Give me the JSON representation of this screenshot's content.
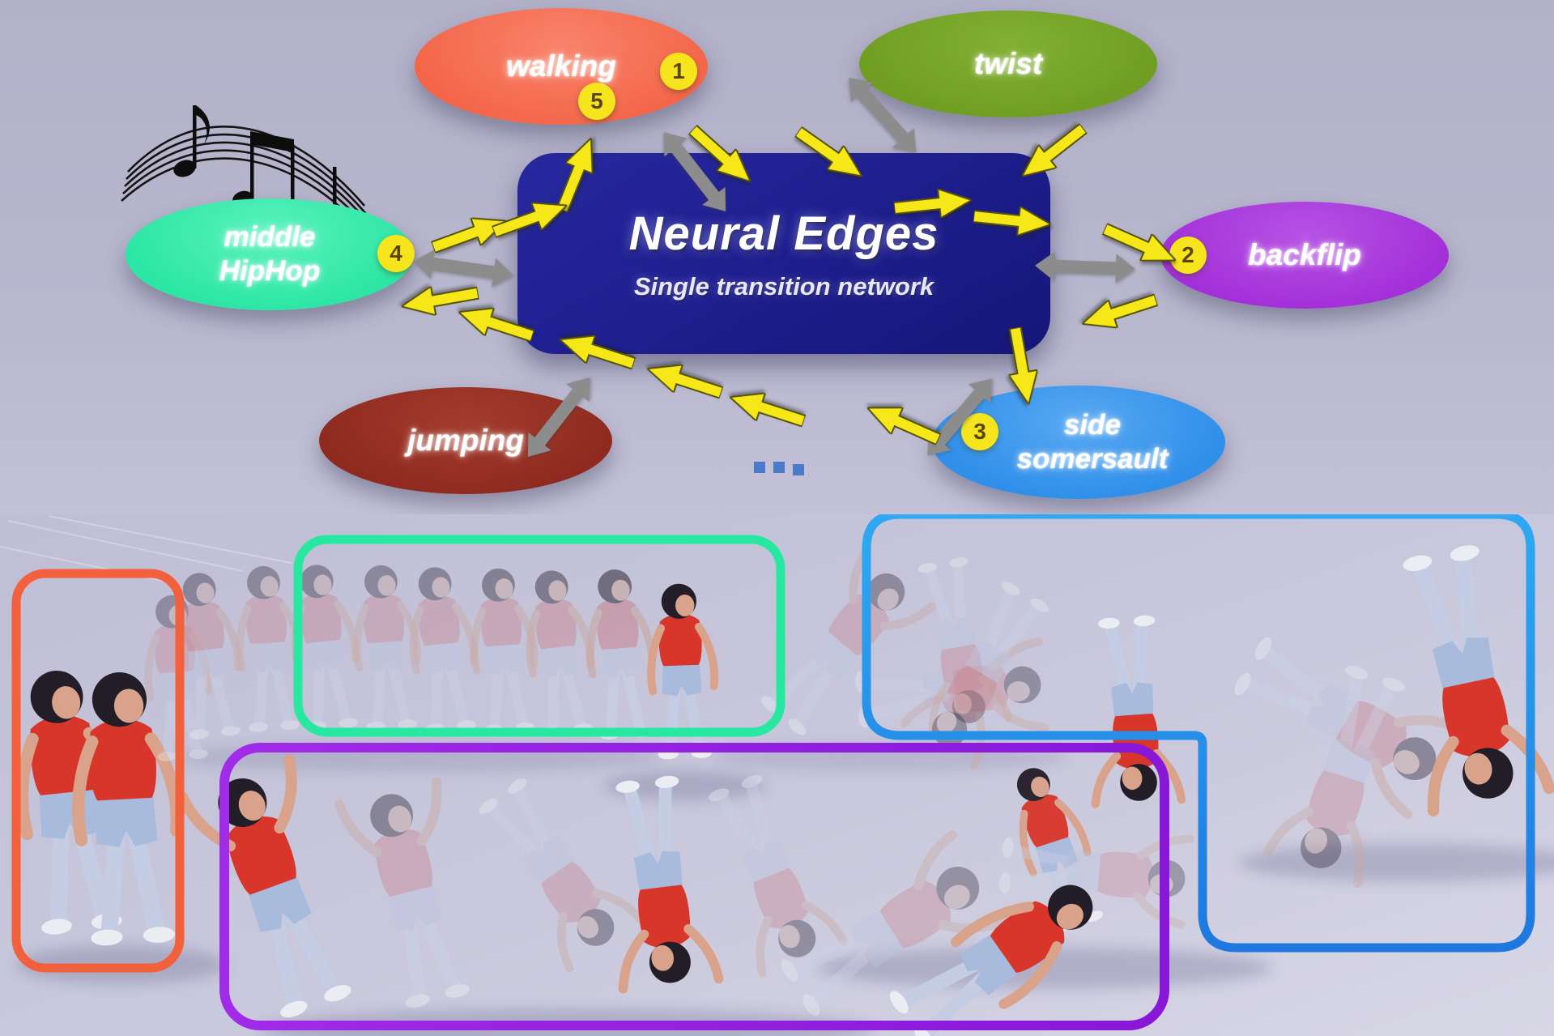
{
  "center": {
    "title": "Neural Edges",
    "subtitle": "Single transition network"
  },
  "nodes": {
    "walking": {
      "label": "walking",
      "color": "#F4664A"
    },
    "twist": {
      "label": "twist",
      "color": "#6F9E23"
    },
    "hiphop": {
      "line1": "middle",
      "line2": "HipHop",
      "color": "#2BE6A4"
    },
    "backflip": {
      "label": "backflip",
      "color": "#A32FD9"
    },
    "jumping": {
      "label": "jumping",
      "color": "#8F2A20"
    },
    "somersault": {
      "line1": "side",
      "line2": "somersault",
      "color": "#2F8FE9"
    }
  },
  "badges": {
    "b1": "1",
    "b2": "2",
    "b3": "3",
    "b4": "4",
    "b5": "5"
  },
  "badge_color": "#F6E51D",
  "ellipsis_dots": "...",
  "ellipsis_color": "#4B79CC",
  "arrow_colors": {
    "transition": "#F5E718",
    "bidirectional": "#8C8C8C"
  },
  "hub_color": "#1D1D8C",
  "highlight_boxes": [
    {
      "motion": "walking",
      "color": "#F2603C"
    },
    {
      "motion": "middle HipHop",
      "color": "#27E8A0"
    },
    {
      "motion": "side somersault",
      "color": "#2D9BF0"
    },
    {
      "motion": "backflip",
      "color": "#9223E2"
    }
  ]
}
